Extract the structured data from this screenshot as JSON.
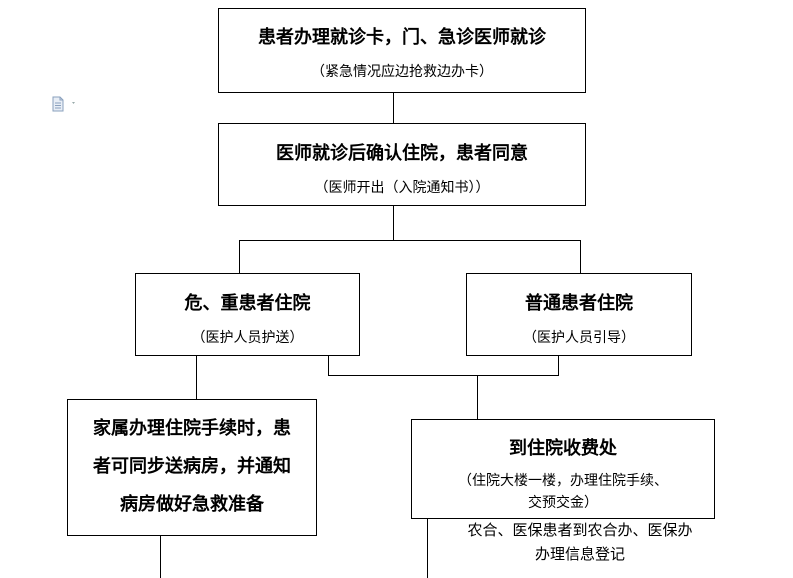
{
  "icons": {
    "doc": "document-icon"
  },
  "boxes": {
    "b1": {
      "title": "患者办理就诊卡，门、急诊医师就诊",
      "sub": "（紧急情况应边抢救边办卡）"
    },
    "b2": {
      "title": "医师就诊后确认住院，患者同意",
      "sub": "（医师开出（入院通知书））"
    },
    "b3": {
      "title": "危、重患者住院",
      "sub": "（医护人员护送）"
    },
    "b4": {
      "title": "普通患者住院",
      "sub": "（医护人员引导）"
    },
    "b5": {
      "lines": [
        "家属办理住院手续时，患",
        "者可同步送病房，并通知",
        "病房做好急救准备"
      ]
    },
    "b6": {
      "title": "到住院收费处",
      "sub_lines": [
        "（住院大楼一楼，办理住院手续、",
        "交预交金）"
      ],
      "note_lines": [
        "农合、医保患者到农合办、医保办",
        "办理信息登记"
      ]
    }
  }
}
